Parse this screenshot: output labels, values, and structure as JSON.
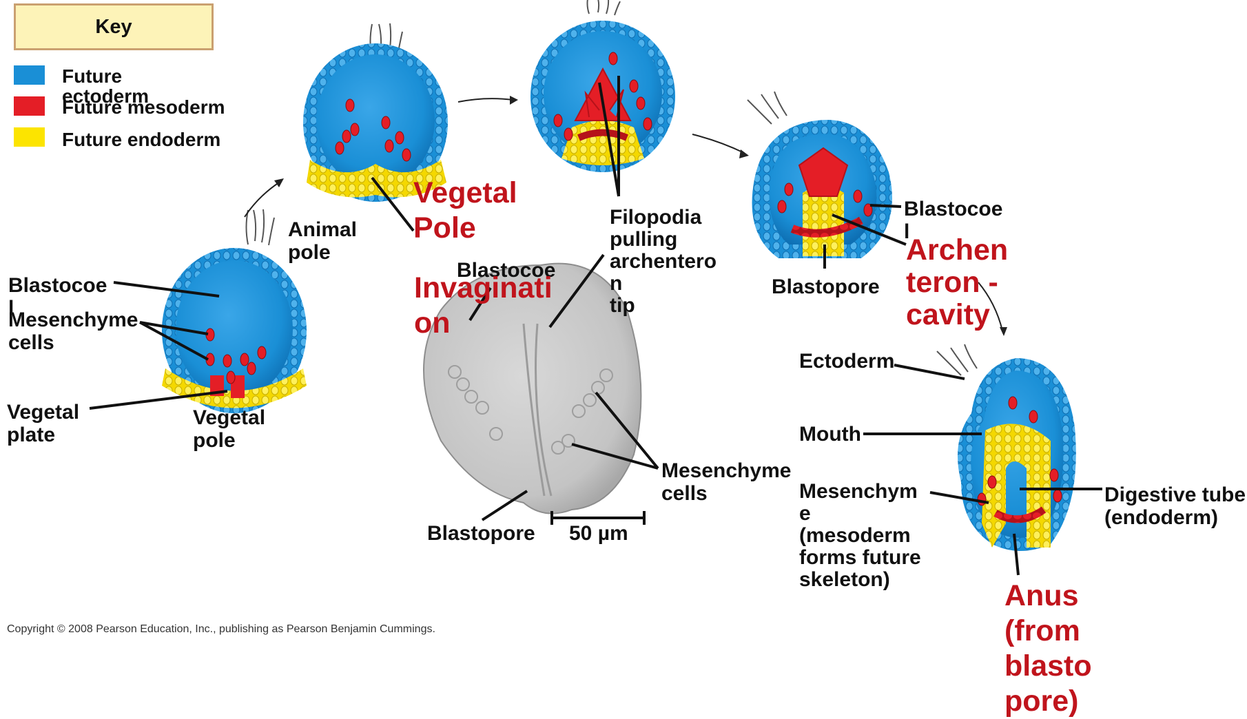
{
  "key": {
    "title": "Key",
    "items": [
      {
        "label": "Future\nectoderm",
        "color": "#1a8fd6"
      },
      {
        "label": "Future mesoderm",
        "color": "#e41e26"
      },
      {
        "label": "Future endoderm",
        "color": "#fce400"
      }
    ]
  },
  "labels": {
    "blastocoel_left": "Blastocoe\nl",
    "mesenchyme_left": "Mesenchyme\ncells",
    "vegetal_plate": "Vegetal\nplate",
    "vegetal_pole": "Vegetal\npole",
    "animal_pole": "Animal\npole",
    "vegetal_pole_red": "Vegetal\nPole",
    "blastocoel_mid": "Blastocoe",
    "invagination": "Invaginati\non",
    "filopodia": "Filopodia\npulling\narchentero\nn\ntip",
    "mesenchyme_mid": "Mesenchyme\ncells",
    "blastopore_mid": "Blastopore",
    "scale": "50 µm",
    "blastocoel_right": "Blastocoe\nl",
    "archenteron": "Archen\nteron -\ncavity",
    "blastopore_right": "Blastopore",
    "ectoderm": "Ectoderm",
    "mouth": "Mouth",
    "mesenchyme_right": "Mesenchym\ne\n(mesoderm\nforms future\nskeleton)",
    "digestive_tube": "Digestive tube\n(endoderm)",
    "anus": "Anus\n(from\nblasto\npore)"
  },
  "copyright": "Copyright © 2008 Pearson Education, Inc., publishing as Pearson Benjamin Cummings.",
  "colors": {
    "ectoderm_blue": "#1a8fd6",
    "ectoderm_dark": "#0e6fb3",
    "mesoderm_red": "#e41e26",
    "endoderm_yellow": "#fce400",
    "label_red": "#c0141c"
  }
}
